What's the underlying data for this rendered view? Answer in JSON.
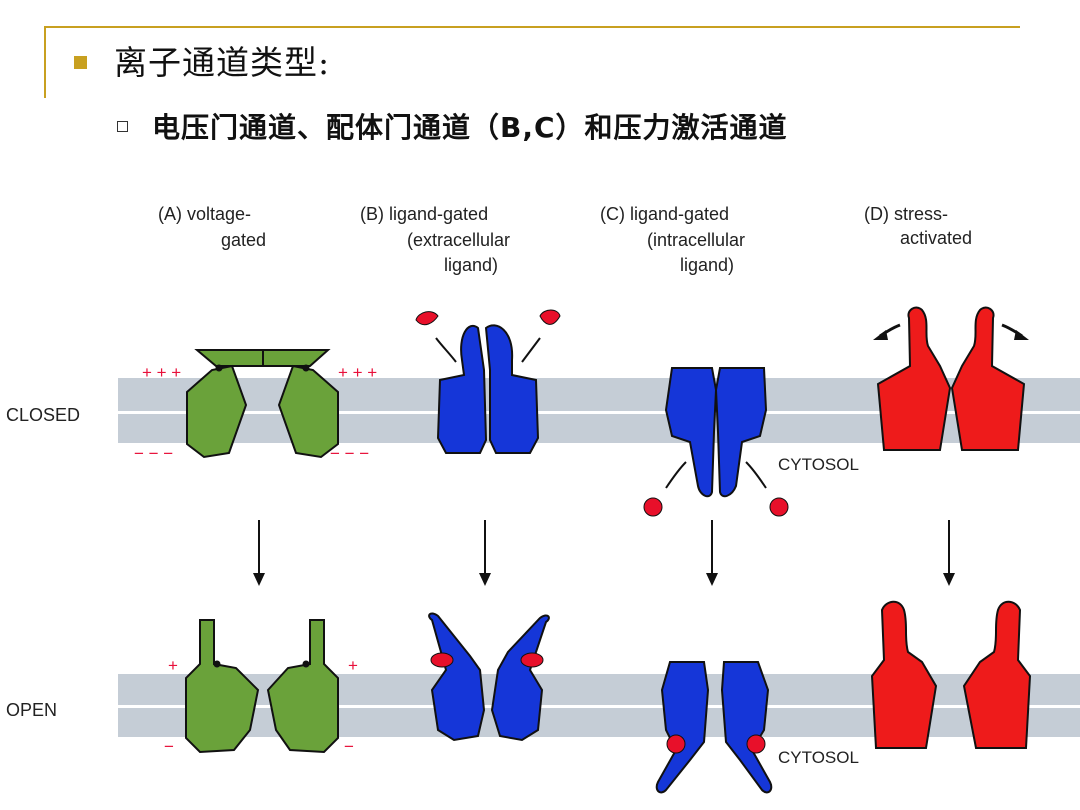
{
  "slide": {
    "title": "离子通道类型:",
    "subtitle": "电压门通道、配体门通道（B,C）和压力激活通道"
  },
  "diagram": {
    "columns": [
      {
        "line1": "(A)   voltage-",
        "line2": "gated",
        "line3": ""
      },
      {
        "line1": "(B)   ligand-gated",
        "line2": "(extracellular",
        "line3": "ligand)"
      },
      {
        "line1": "(C)  ligand-gated",
        "line2": "(intracellular",
        "line3": "ligand)"
      },
      {
        "line1": "(D)   stress-",
        "line2": "activated",
        "line3": ""
      }
    ],
    "states": {
      "closed": "CLOSED",
      "open": "OPEN"
    },
    "cytosol": "CYTOSOL",
    "charges": {
      "positive_closed": "+ + +",
      "negative_closed": "− − −",
      "positive_open": "+",
      "negative_open": "−"
    },
    "colors": {
      "voltage": "#6aa23a",
      "ligand": "#1536d8",
      "stress": "#ee1b1b",
      "ligand_drop": "#e8102a",
      "membrane": "#c5cdd6"
    }
  }
}
